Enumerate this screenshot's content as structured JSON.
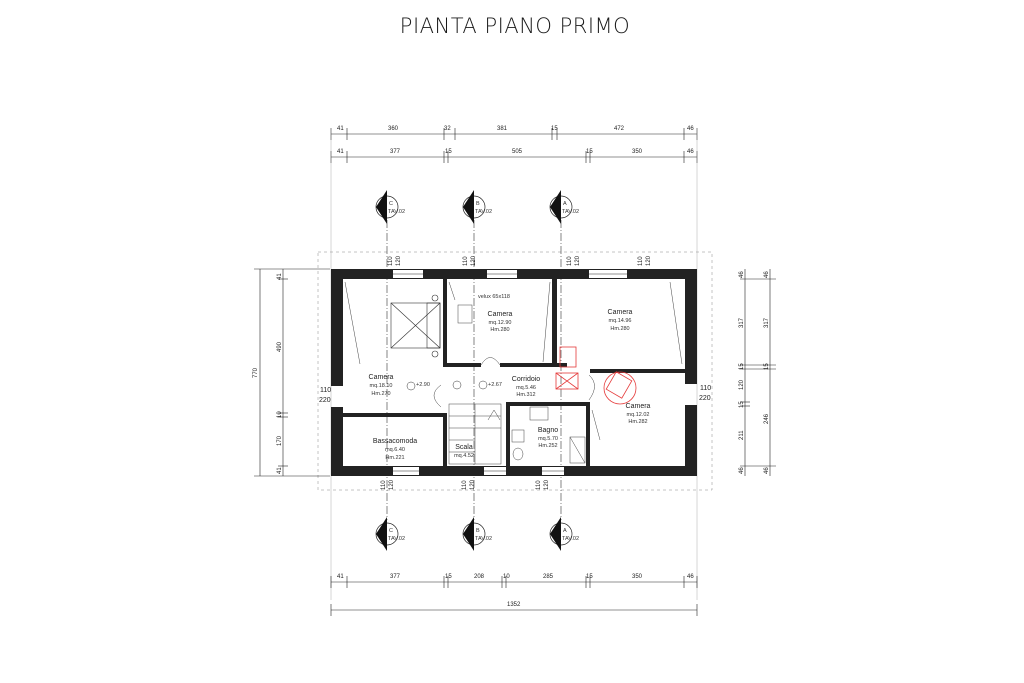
{
  "title": "PIANTA PIANO PRIMO",
  "top_dims_1": [
    "41",
    "360",
    "32",
    "381",
    "15",
    "472",
    "46"
  ],
  "top_dims_2": [
    "41",
    "377",
    "15",
    "505",
    "15",
    "350",
    "46"
  ],
  "bottom_dims_1": [
    "41",
    "377",
    "15",
    "208",
    "10",
    "285",
    "15",
    "350",
    "46"
  ],
  "bottom_total": "1352",
  "left_dims_outer": "770",
  "left_dims_inner": [
    "41",
    "490",
    "10",
    "170",
    "41"
  ],
  "right_dims_1": [
    "46",
    "317",
    "15",
    "120",
    "15",
    "211",
    "46"
  ],
  "right_dims_2": [
    "46",
    "317",
    "15",
    "246",
    "46"
  ],
  "openings": {
    "top": [
      [
        "110",
        "120"
      ],
      [
        "110",
        "120"
      ],
      [
        "110",
        "120"
      ],
      [
        "110",
        "120"
      ]
    ],
    "bottom": [
      [
        "110",
        "120"
      ],
      [
        "110",
        "120"
      ],
      [
        "110",
        "120"
      ]
    ],
    "left": [
      "110",
      "220"
    ],
    "right": [
      "110",
      "220"
    ]
  },
  "section_markers": {
    "top": [
      [
        "C",
        "TAV.02"
      ],
      [
        "B",
        "TAV.02"
      ],
      [
        "A",
        "TAV.02"
      ]
    ],
    "bottom": [
      [
        "C",
        "TAV.02"
      ],
      [
        "B",
        "TAV.02"
      ],
      [
        "A",
        "TAV.02"
      ]
    ]
  },
  "rooms": [
    {
      "id": "camera-1",
      "name": "Camera",
      "area": "mq.18.10",
      "height": "Hm.270"
    },
    {
      "id": "camera-2",
      "name": "Camera",
      "area": "mq.12.90",
      "height": "Hm.280",
      "extra": "velux 65x118"
    },
    {
      "id": "camera-3",
      "name": "Camera",
      "area": "mq.14.96",
      "height": "Hm.280"
    },
    {
      "id": "corridoio",
      "name": "Corridoio",
      "area": "mq.5.46",
      "height": "Hm.312"
    },
    {
      "id": "camera-4",
      "name": "Camera",
      "area": "mq.12.02",
      "height": "Hm.282"
    },
    {
      "id": "bagno",
      "name": "Bagno",
      "area": "mq.5.70",
      "height": "Hm.252"
    },
    {
      "id": "scala",
      "name": "Scala",
      "area": "mq.4.52",
      "height": ""
    },
    {
      "id": "bassacomoda",
      "name": "Bassacomoda",
      "area": "mq.6.40",
      "height": "Hm.221"
    }
  ],
  "levels": [
    "+2.90",
    "+2.67"
  ],
  "colors": {
    "lines": "#1a1a1a",
    "walls": "#222222",
    "red": "#e53a3a",
    "grid": "#555555"
  }
}
